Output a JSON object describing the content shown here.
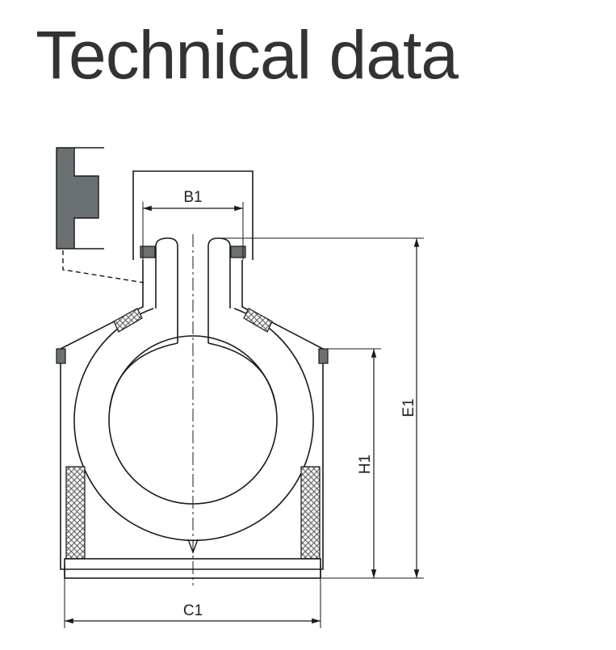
{
  "page": {
    "title": "Technical data"
  },
  "colors": {
    "line": "#1a1a1a",
    "fill_dark": "#6b7073",
    "hatch": "#3a3a3a"
  },
  "dimensions": {
    "b1": "B1",
    "c1": "C1",
    "e1": "E1",
    "h1": "H1"
  }
}
